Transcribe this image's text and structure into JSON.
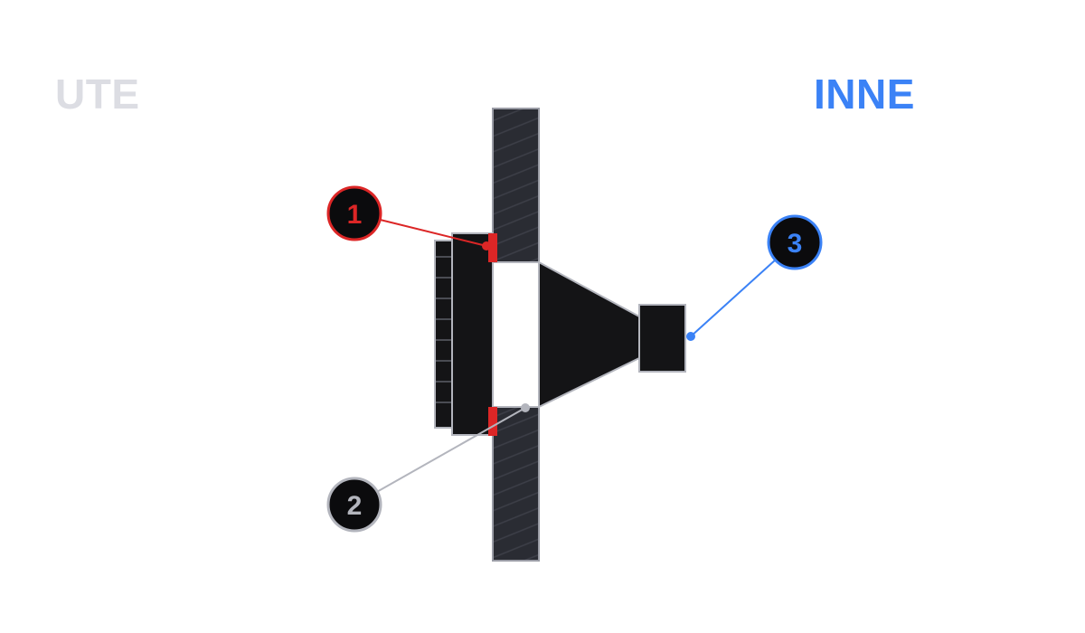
{
  "labels": {
    "outside": "UTE",
    "inside": "INNE"
  },
  "callouts": [
    {
      "number": "1",
      "color": "#dc2626"
    },
    {
      "number": "2",
      "color": "#b3b5bd"
    },
    {
      "number": "3",
      "color": "#3b82f6"
    }
  ],
  "colors": {
    "part_fill": "#141416",
    "part_stroke": "#b3b5bd",
    "wall_fill": "#2a2c33",
    "seal": "#dc2626",
    "outside_label": "#dcdde3",
    "inside_label": "#3b82f6"
  }
}
